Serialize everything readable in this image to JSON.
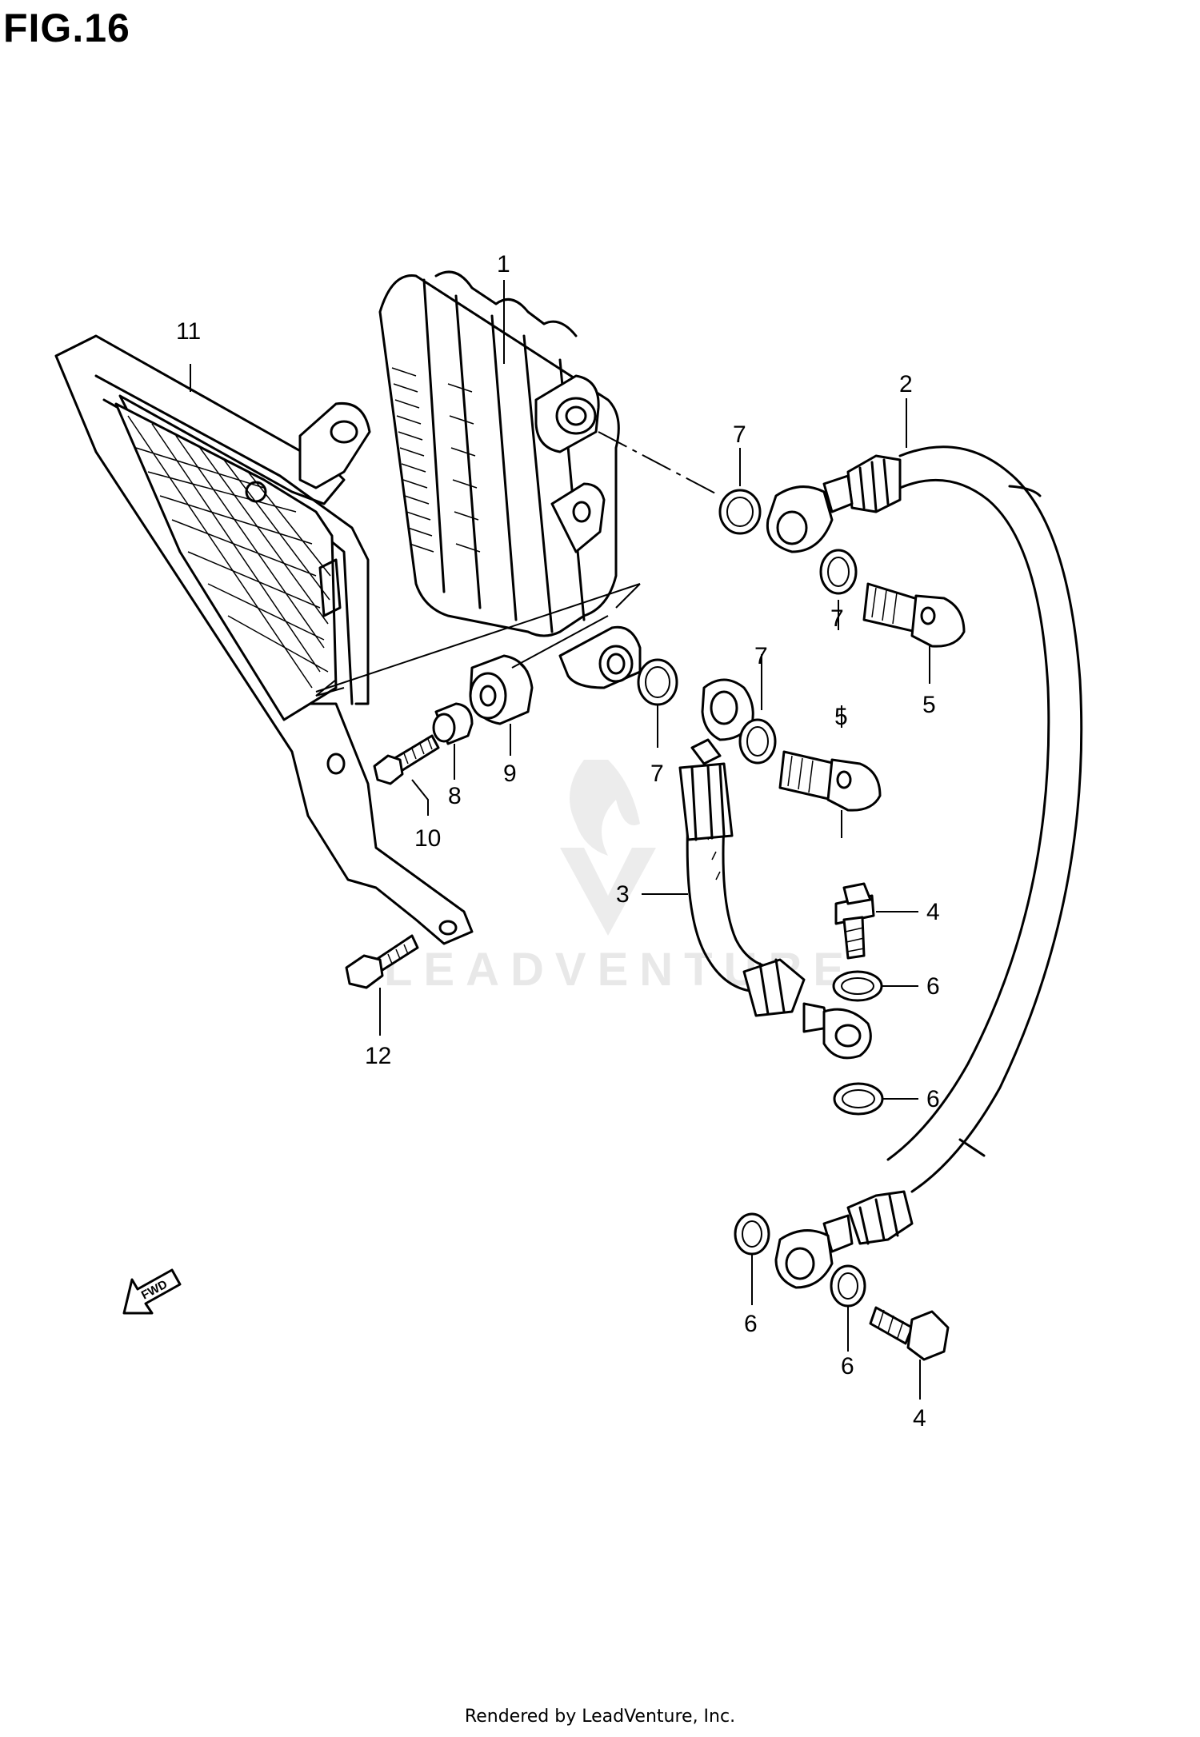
{
  "title": "FIG.16",
  "callouts": {
    "c1": "1",
    "c2": "2",
    "c3": "3",
    "c4a": "4",
    "c4b": "4",
    "c5a": "5",
    "c5b": "5",
    "c6a": "6",
    "c6b": "6",
    "c6c": "6",
    "c6d": "6",
    "c7a": "7",
    "c7b": "7",
    "c7c": "7",
    "c7d": "7",
    "c8": "8",
    "c9": "9",
    "c10": "10",
    "c11": "11",
    "c12": "12"
  },
  "fwd_label": "FWD",
  "watermark": "LEADVENTURE",
  "footer": "Rendered by LeadVenture, Inc."
}
